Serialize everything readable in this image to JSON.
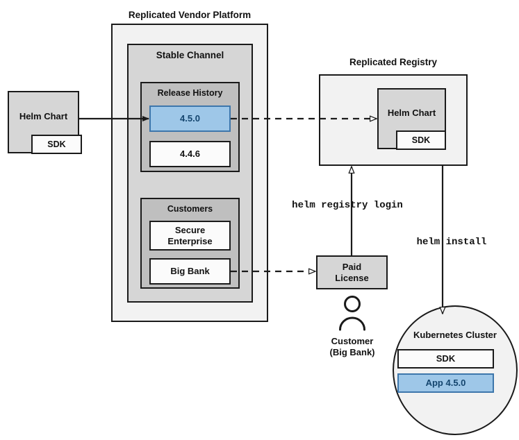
{
  "diagram": {
    "title_vendor_platform": "Replicated Vendor Platform",
    "title_registry": "Replicated Registry"
  },
  "source_chart": {
    "label": "Helm Chart",
    "sdk_label": "SDK"
  },
  "vendor_platform": {
    "stable_channel": {
      "label": "Stable Channel",
      "release_history": {
        "label": "Release History",
        "releases": [
          {
            "version": "4.5.0",
            "highlighted": true
          },
          {
            "version": "4.4.6",
            "highlighted": false
          }
        ]
      },
      "customers": {
        "label": "Customers",
        "items": [
          {
            "name": "Secure Enterprise"
          },
          {
            "name": "Big Bank"
          }
        ]
      }
    }
  },
  "registry": {
    "chart_label": "Helm Chart",
    "sdk_label": "SDK"
  },
  "license": {
    "label": "Paid License"
  },
  "customer": {
    "icon": "person-icon",
    "name_line1": "Customer",
    "name_line2": "(Big Bank)"
  },
  "commands": {
    "registry_login": "helm registry login",
    "install": "helm install"
  },
  "cluster": {
    "label": "Kubernetes Cluster",
    "components": [
      {
        "name": "SDK",
        "highlighted": false
      },
      {
        "name": "App 4.5.0",
        "highlighted": true
      }
    ]
  },
  "colors": {
    "accent_blue_fill": "#9ec7e8",
    "accent_blue_border": "#3d76ab",
    "accent_blue_text": "#14456e",
    "stroke": "#1a1a1a",
    "fill_light": "#f2f2f2",
    "fill_gray": "#d6d6d6",
    "fill_mid": "#bfbfbf",
    "fill_white": "#fbfbfb"
  }
}
